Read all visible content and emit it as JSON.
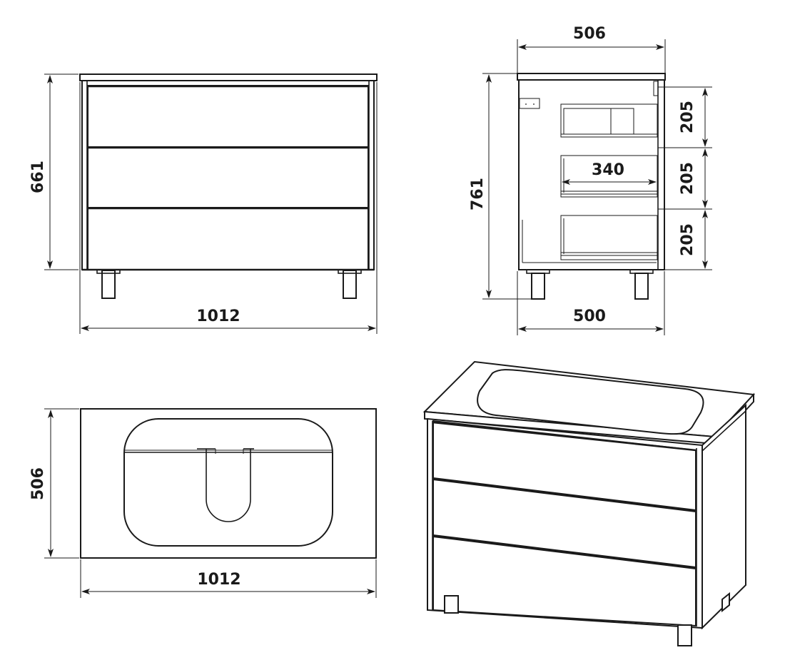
{
  "views": {
    "front": {
      "height_label": "661",
      "width_label": "1012"
    },
    "side": {
      "depth_top_label": "506",
      "height_label": "761",
      "inner_width_label": "340",
      "drawer_labels": [
        "205",
        "205",
        "205"
      ],
      "depth_bottom_label": "500"
    },
    "top": {
      "height_label": "506",
      "width_label": "1012"
    }
  },
  "colors": {
    "line": "#1a1a1a",
    "background": "#ffffff"
  }
}
